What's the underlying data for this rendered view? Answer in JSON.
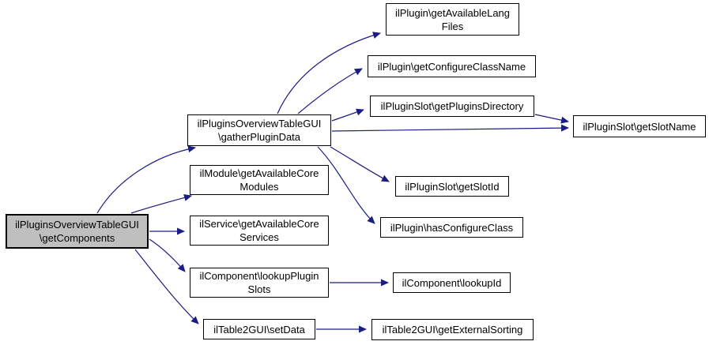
{
  "diagram": {
    "kind": "call-graph",
    "colors": {
      "edge": "#1c1c85",
      "node_border": "#000000",
      "node_fill": "#ffffff",
      "highlight_fill": "#bfbfbf",
      "text": "#000000",
      "background": "#ffffff"
    },
    "nodes": {
      "getComponents": {
        "line1": "ilPluginsOverviewTableGUI",
        "line2": "\\getComponents",
        "highlighted": true
      },
      "gatherPluginData": {
        "line1": "ilPluginsOverviewTableGUI",
        "line2": "\\gatherPluginData"
      },
      "getAvailableCoreModules": {
        "line1": "ilModule\\getAvailableCore",
        "line2": "Modules"
      },
      "getAvailableCoreServices": {
        "line1": "ilService\\getAvailableCore",
        "line2": "Services"
      },
      "lookupPluginSlots": {
        "line1": "ilComponent\\lookupPlugin",
        "line2": "Slots"
      },
      "setData": {
        "line1": "ilTable2GUI\\setData"
      },
      "getAvailableLangFiles": {
        "line1": "ilPlugin\\getAvailableLang",
        "line2": "Files"
      },
      "getConfigureClassName": {
        "line1": "ilPlugin\\getConfigureClassName"
      },
      "getPluginsDirectory": {
        "line1": "ilPluginSlot\\getPluginsDirectory"
      },
      "getSlotName": {
        "line1": "ilPluginSlot\\getSlotName"
      },
      "getSlotId": {
        "line1": "ilPluginSlot\\getSlotId"
      },
      "hasConfigureClass": {
        "line1": "ilPlugin\\hasConfigureClass"
      },
      "lookupId": {
        "line1": "ilComponent\\lookupId"
      },
      "getExternalSorting": {
        "line1": "ilTable2GUI\\getExternalSorting"
      }
    },
    "edges": [
      {
        "from": "ilPluginsOverviewTableGUI\\getComponents",
        "to": "ilPluginsOverviewTableGUI\\gatherPluginData"
      },
      {
        "from": "ilPluginsOverviewTableGUI\\getComponents",
        "to": "ilModule\\getAvailableCoreModules"
      },
      {
        "from": "ilPluginsOverviewTableGUI\\getComponents",
        "to": "ilService\\getAvailableCoreServices"
      },
      {
        "from": "ilPluginsOverviewTableGUI\\getComponents",
        "to": "ilComponent\\lookupPluginSlots"
      },
      {
        "from": "ilPluginsOverviewTableGUI\\getComponents",
        "to": "ilTable2GUI\\setData"
      },
      {
        "from": "ilPluginsOverviewTableGUI\\gatherPluginData",
        "to": "ilPlugin\\getAvailableLangFiles"
      },
      {
        "from": "ilPluginsOverviewTableGUI\\gatherPluginData",
        "to": "ilPlugin\\getConfigureClassName"
      },
      {
        "from": "ilPluginsOverviewTableGUI\\gatherPluginData",
        "to": "ilPluginSlot\\getPluginsDirectory"
      },
      {
        "from": "ilPluginsOverviewTableGUI\\gatherPluginData",
        "to": "ilPluginSlot\\getSlotName"
      },
      {
        "from": "ilPluginsOverviewTableGUI\\gatherPluginData",
        "to": "ilPluginSlot\\getSlotId"
      },
      {
        "from": "ilPluginsOverviewTableGUI\\gatherPluginData",
        "to": "ilPlugin\\hasConfigureClass"
      },
      {
        "from": "ilPluginSlot\\getPluginsDirectory",
        "to": "ilPluginSlot\\getSlotName"
      },
      {
        "from": "ilComponent\\lookupPluginSlots",
        "to": "ilComponent\\lookupId"
      },
      {
        "from": "ilTable2GUI\\setData",
        "to": "ilTable2GUI\\getExternalSorting"
      }
    ]
  }
}
